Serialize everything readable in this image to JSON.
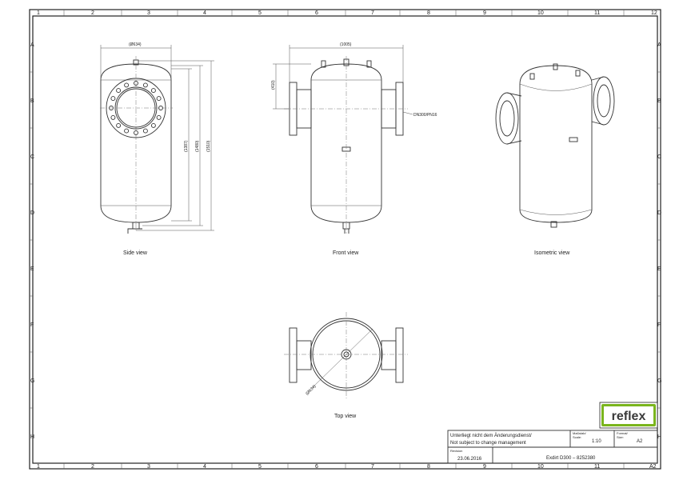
{
  "frame": {
    "columns": [
      "1",
      "2",
      "3",
      "4",
      "5",
      "6",
      "7",
      "8",
      "9",
      "10",
      "11",
      "12"
    ],
    "rows": [
      "A",
      "B",
      "C",
      "D",
      "E",
      "F",
      "G",
      "H"
    ],
    "bottom_right_label": "A2"
  },
  "views": {
    "side": "Side view",
    "front": "Front view",
    "isometric": "Isometric view",
    "top": "Top view"
  },
  "dimensions": {
    "side_width": "(Ø634)",
    "side_h1": "(1387)",
    "side_h2": "(1480)",
    "side_h3": "(1510)",
    "front_width": "(1005)",
    "front_offset": "(410)",
    "flange": "DN300/PN16",
    "top_diameter": "(Ø634)"
  },
  "title_block": {
    "note_line1": "Unterliegt nicht dem Änderungsdienst/",
    "note_line2": "Not subject to change management",
    "scale_label_de": "Maßstab/",
    "scale_label_en": "Scale:",
    "scale_value": "1:10",
    "format_label_de": "Format/",
    "format_label_en": "Size:",
    "format_value": "A2",
    "revision_label": "Revision",
    "revision_date": "23.06.2016",
    "product": "Exdirt D300  –  8252380"
  },
  "logo": {
    "text": "reflex",
    "color": "#7ab51d"
  }
}
